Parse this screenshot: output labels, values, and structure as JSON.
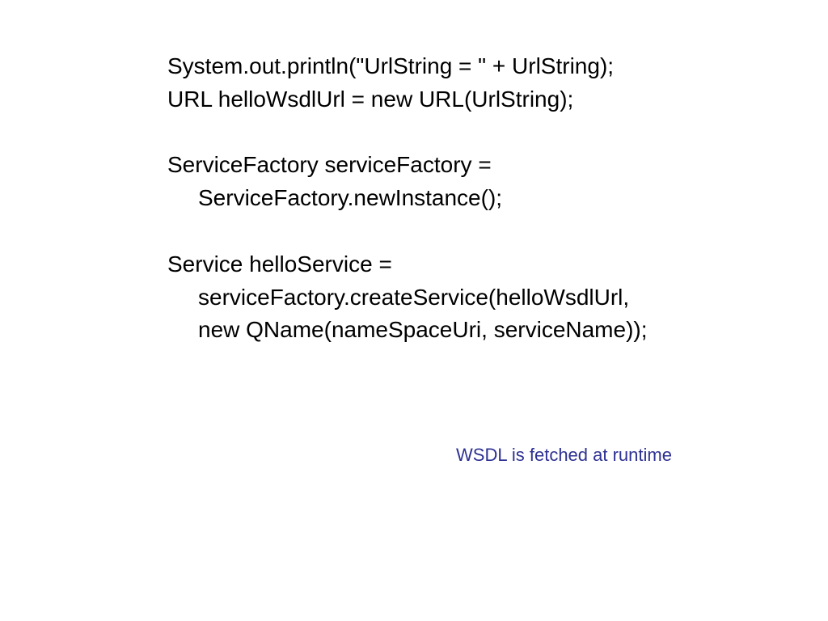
{
  "slide": {
    "code_lines": [
      "System.out.println(\"UrlString = \" + UrlString);",
      "URL helloWsdlUrl = new URL(UrlString);",
      "",
      "ServiceFactory serviceFactory =",
      "ServiceFactory.newInstance();",
      "",
      "Service helloService =",
      "serviceFactory.createService(helloWsdlUrl,",
      "new QName(nameSpaceUri, serviceName));"
    ],
    "note": "WSDL is fetched at runtime",
    "note_color": "#2e3192",
    "text_color": "#000000",
    "background_color": "#ffffff"
  }
}
